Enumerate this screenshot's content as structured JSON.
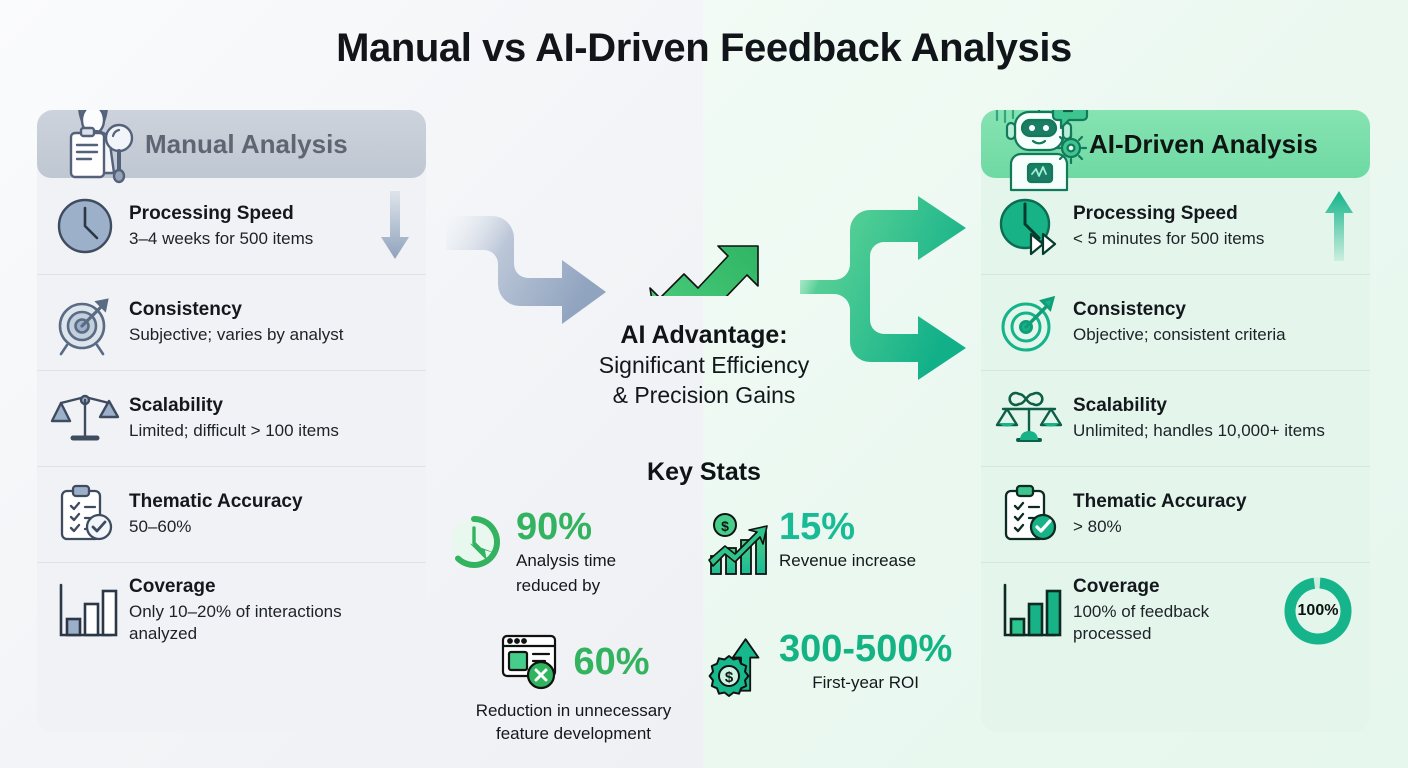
{
  "page": {
    "title": "Manual vs AI-Driven Feedback Analysis",
    "bg_left_color": "#f2f4f7",
    "bg_right_color": "#eaf8f0"
  },
  "manual": {
    "header": {
      "title": "Manual Analysis",
      "icon": "analyst-clipboard-magnifier-icon",
      "bg_color": "#c4ccd6",
      "text_color": "#5d6672"
    },
    "accent_color": "#8fa3bd",
    "rows": [
      {
        "icon": "clock-icon",
        "label": "Processing Speed",
        "value": "3–4 weeks for 500 items",
        "trend": "down-arrow-icon"
      },
      {
        "icon": "target-icon",
        "label": "Consistency",
        "value": "Subjective; varies by analyst",
        "trend": ""
      },
      {
        "icon": "scales-icon",
        "label": "Scalability",
        "value": "Limited; difficult > 100 items",
        "trend": ""
      },
      {
        "icon": "clipboard-check-icon",
        "label": "Thematic Accuracy",
        "value": "50–60%",
        "trend": ""
      },
      {
        "icon": "bar-chart-icon",
        "label": "Coverage",
        "value": "Only 10–20% of interactions analyzed",
        "trend": ""
      }
    ]
  },
  "ai": {
    "header": {
      "title": "AI-Driven Analysis",
      "icon": "robot-chat-gear-icon",
      "bg_color": "#76dda8",
      "text_color": "#0e1512"
    },
    "accent_color": "#13b383",
    "rows": [
      {
        "icon": "clock-fastforward-icon",
        "label": "Processing Speed",
        "value": "< 5 minutes for 500 items",
        "trend": "up-arrow-icon"
      },
      {
        "icon": "target-icon",
        "label": "Consistency",
        "value": "Objective; consistent criteria",
        "trend": ""
      },
      {
        "icon": "scales-infinity-icon",
        "label": "Scalability",
        "value": "Unlimited; handles 10,000+ items",
        "trend": ""
      },
      {
        "icon": "clipboard-check-icon",
        "label": "Thematic Accuracy",
        "value": "> 80%",
        "trend": ""
      },
      {
        "icon": "bar-chart-icon",
        "label": "Coverage",
        "value": "100% of feedback processed",
        "trend": "",
        "badge": "100%"
      }
    ]
  },
  "center": {
    "flow_left_icon": "gray-merge-arrow-icon",
    "flow_right_icon": "green-split-arrow-icon",
    "trend_icon": "upward-trendline-icon",
    "advantage_heading": "AI Advantage:",
    "advantage_line1": "Significant Efficiency",
    "advantage_line2": "& Precision Gains",
    "keystats_title": "Key Stats",
    "stats": [
      {
        "icon": "clock-reduce-icon",
        "number": "90%",
        "color": "#33b35f",
        "caption_line1": "Analysis time",
        "caption_line2": "reduced by"
      },
      {
        "icon": "revenue-growth-icon",
        "number": "15%",
        "color": "#18bb96",
        "caption_line1": "Revenue increase",
        "caption_line2": ""
      },
      {
        "icon": "browser-remove-icon",
        "number": "60%",
        "color": "#33b35f",
        "caption_line1": "Reduction in unnecessary",
        "caption_line2": "feature development"
      },
      {
        "icon": "gear-dollar-uparrow-icon",
        "number": "300-500%",
        "color": "#13b383",
        "caption_line1": "First-year ROI",
        "caption_line2": ""
      }
    ]
  }
}
